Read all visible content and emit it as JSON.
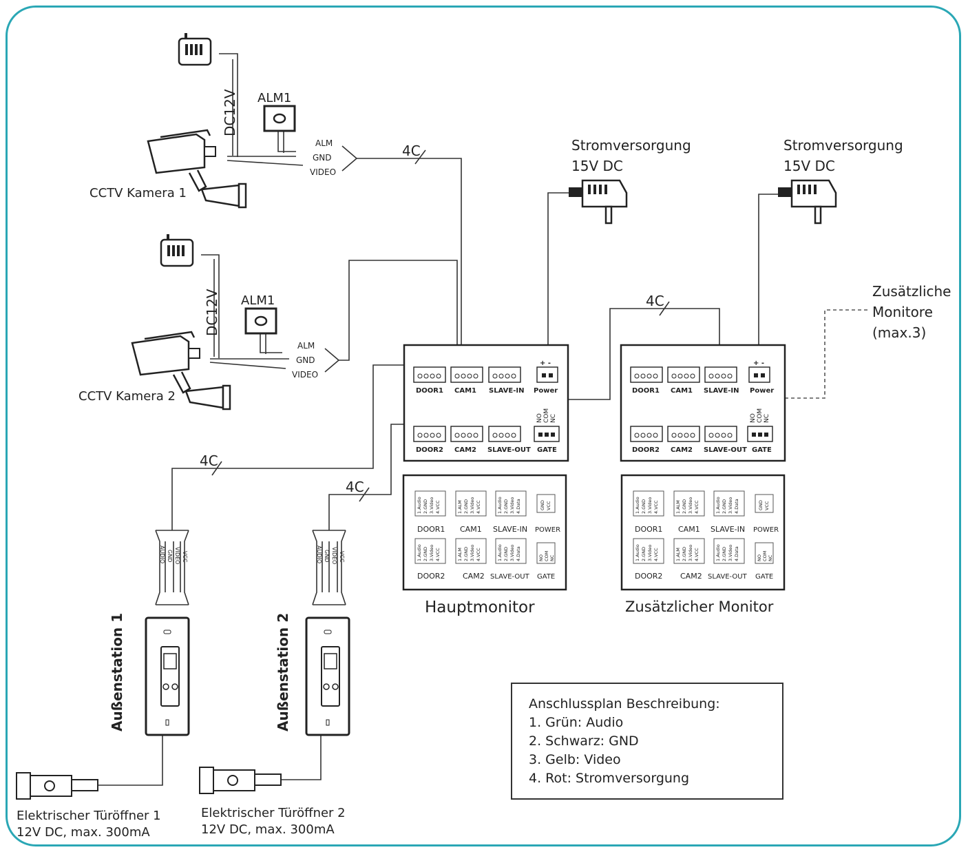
{
  "cameras": [
    {
      "label": "CCTV Kamera 1",
      "power": "DC12V",
      "alarm": "ALM1",
      "wires": [
        "ALM",
        "GND",
        "VIDEO"
      ]
    },
    {
      "label": "CCTV Kamera 2",
      "power": "DC12V",
      "alarm": "ALM1",
      "wires": [
        "ALM",
        "GND",
        "VIDEO"
      ]
    }
  ],
  "cable_tag": "4C",
  "power_supplies": [
    {
      "line1": "Stromversorgung",
      "line2": "15V DC"
    },
    {
      "line1": "Stromversorgung",
      "line2": "15V DC"
    }
  ],
  "extra_monitors": {
    "line1": "Zusätzliche",
    "line2": "Monitore",
    "line3": "(max.3)"
  },
  "monitors": [
    {
      "title": "Hauptmonitor"
    },
    {
      "title": "Zusätzlicher Monitor"
    }
  ],
  "ports": {
    "door1": "DOOR1",
    "cam1": "CAM1",
    "slave_in": "SLAVE-IN",
    "power": "Power",
    "plus_minus": "+ -",
    "door2": "DOOR2",
    "cam2": "CAM2",
    "slave_out": "SLAVE-OUT",
    "gate": "GATE",
    "no": "NO",
    "com": "COM",
    "nc": "NC"
  },
  "pin_table": {
    "door1": "DOOR1",
    "cam1": "CAM1",
    "slave_in": "SLAVE-IN",
    "power": "POWER",
    "door2": "DOOR2",
    "cam2": "CAM2",
    "slave_out": "SLAVE-OUT",
    "gate": "GATE",
    "door_pins": [
      "1.Audio",
      "2.GND",
      "3.Video",
      "4.VCC"
    ],
    "cam_pins": [
      "1.ALM",
      "2.GND",
      "3.Video",
      "4.VCC"
    ],
    "slave_pins": [
      "1.Audio",
      "2.GND",
      "3.Video",
      "4.Data"
    ],
    "power_pins": [
      "GND",
      "VCC"
    ],
    "gate_pins": [
      "NO",
      "COM",
      "NC"
    ]
  },
  "outdoor_stations": [
    {
      "label": "Außenstation 1",
      "wires": [
        "AUDIO",
        "GND",
        "VIDEO",
        "VCC"
      ]
    },
    {
      "label": "Außenstation 2",
      "wires": [
        "AUDIO",
        "GND",
        "VIDEO",
        "VCC"
      ]
    }
  ],
  "door_openers": [
    {
      "line1": "Elektrischer Türöffner 1",
      "line2": "12V DC, max. 300mA"
    },
    {
      "line1": "Elektrischer Türöffner 2",
      "line2": "12V DC, max. 300mA"
    }
  ],
  "legend": {
    "title": "Anschlussplan Beschreibung:",
    "items": [
      "1. Grün: Audio",
      "2. Schwarz: GND",
      "3. Gelb: Video",
      "4. Rot: Stromversorgung"
    ]
  }
}
